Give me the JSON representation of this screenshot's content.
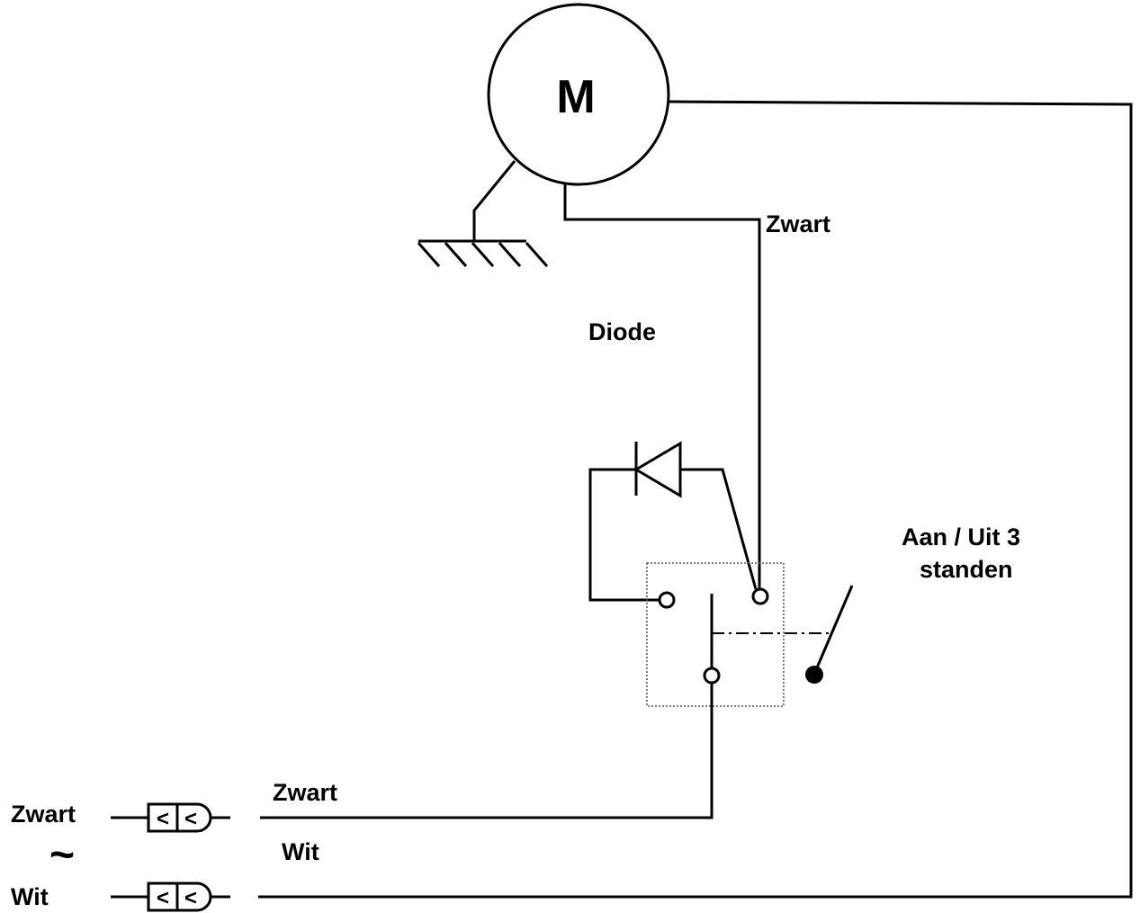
{
  "motor": {
    "symbol": "M"
  },
  "labels": {
    "zwart_motor": "Zwart",
    "diode": "Diode",
    "switch_line1": "Aan / Uit  3",
    "switch_line2": "standen",
    "zwart_wire": "Zwart",
    "wit_wire": "Wit",
    "zwart_input": "Zwart",
    "ac_symbol": "~",
    "wit_input": "Wit"
  },
  "connector": {
    "glyph": "<"
  }
}
